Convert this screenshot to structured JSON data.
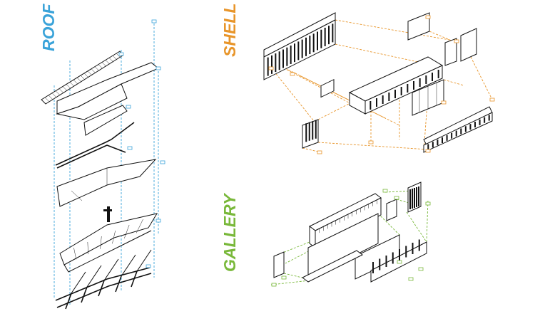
{
  "labels": {
    "roof": "ROOF",
    "shell": "SHELL",
    "gallery": "GALLERY"
  },
  "colors": {
    "roof": "#3aa3d9",
    "shell": "#e8952a",
    "gallery": "#79b83a",
    "linework": "#111111"
  }
}
